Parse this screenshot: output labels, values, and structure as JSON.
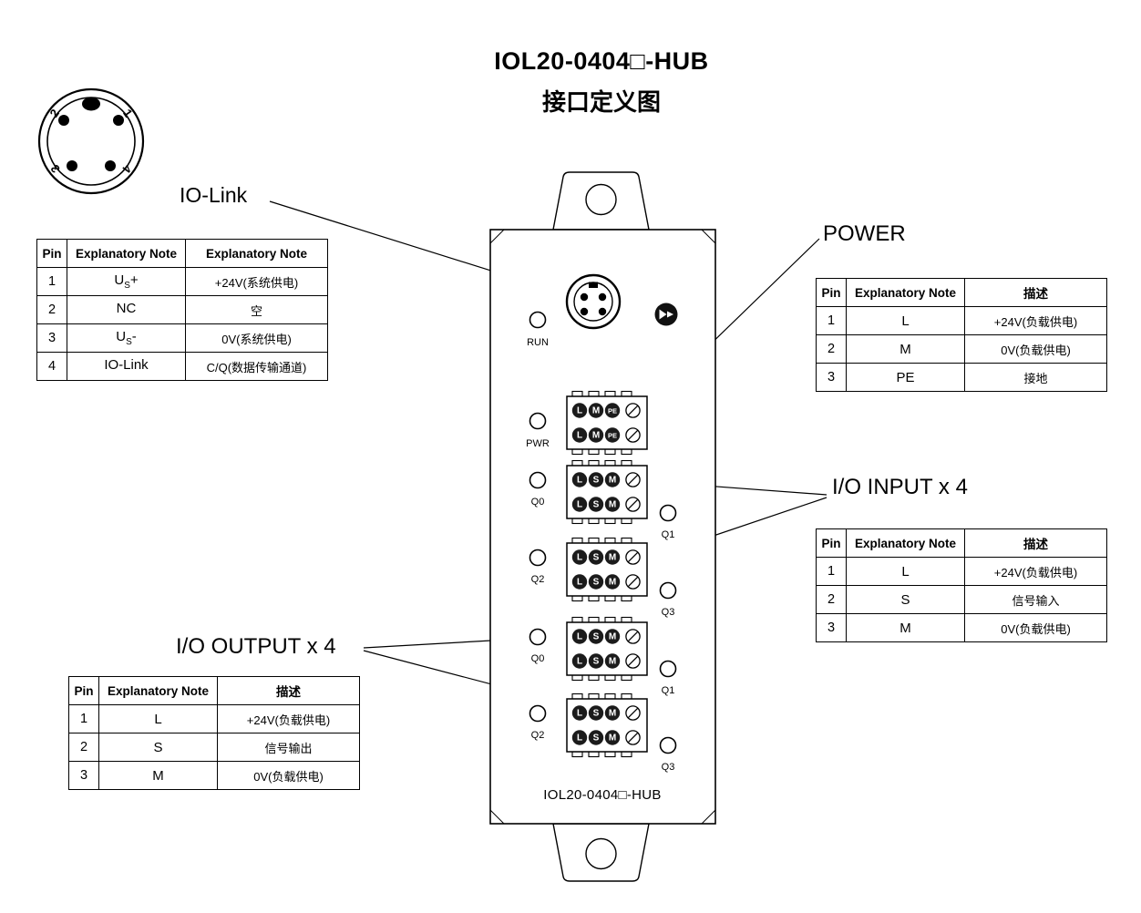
{
  "title": {
    "line1": "IOL20-0404□-HUB",
    "line2": "接口定义图"
  },
  "callouts": {
    "io_link": "IO-Link",
    "power": "POWER",
    "io_input": "I/O INPUT x 4",
    "io_output": "I/O OUTPUT x 4"
  },
  "connector_detail": {
    "pins": [
      "1",
      "2",
      "3",
      "4"
    ]
  },
  "device": {
    "model": "IOL20-0404□-HUB",
    "leds": {
      "run": "RUN",
      "pwr": "PWR",
      "q0": "Q0",
      "q1": "Q1",
      "q2": "Q2",
      "q3": "Q3"
    },
    "power_pins": [
      "L",
      "M",
      "PE"
    ],
    "io_pins": [
      "L",
      "S",
      "M"
    ]
  },
  "tables": {
    "io_link": {
      "headers": [
        "Pin",
        "Explanatory Note",
        "Explanatory Note"
      ],
      "rows": [
        {
          "pin": "1",
          "name_base": "U",
          "name_sub": "S",
          "name_suffix": "+",
          "desc": "+24V(系统供电)"
        },
        {
          "pin": "2",
          "name_base": "NC",
          "name_sub": "",
          "name_suffix": "",
          "desc": "空"
        },
        {
          "pin": "3",
          "name_base": "U",
          "name_sub": "S",
          "name_suffix": "-",
          "desc": "0V(系统供电)"
        },
        {
          "pin": "4",
          "name_base": "IO-Link",
          "name_sub": "",
          "name_suffix": "",
          "desc": "C/Q(数据传输通道)"
        }
      ]
    },
    "power": {
      "headers": [
        "Pin",
        "Explanatory Note",
        "描述"
      ],
      "rows": [
        {
          "pin": "1",
          "name": "L",
          "desc": "+24V(负载供电)"
        },
        {
          "pin": "2",
          "name": "M",
          "desc": "0V(负载供电)"
        },
        {
          "pin": "3",
          "name": "PE",
          "desc": "接地"
        }
      ]
    },
    "io_input": {
      "headers": [
        "Pin",
        "Explanatory Note",
        "描述"
      ],
      "rows": [
        {
          "pin": "1",
          "name": "L",
          "desc": "+24V(负载供电)"
        },
        {
          "pin": "2",
          "name": "S",
          "desc": "信号输入"
        },
        {
          "pin": "3",
          "name": "M",
          "desc": "0V(负载供电)"
        }
      ]
    },
    "io_output": {
      "headers": [
        "Pin",
        "Explanatory Note",
        "描述"
      ],
      "rows": [
        {
          "pin": "1",
          "name": "L",
          "desc": "+24V(负载供电)"
        },
        {
          "pin": "2",
          "name": "S",
          "desc": "信号输出"
        },
        {
          "pin": "3",
          "name": "M",
          "desc": "0V(负载供电)"
        }
      ]
    }
  }
}
